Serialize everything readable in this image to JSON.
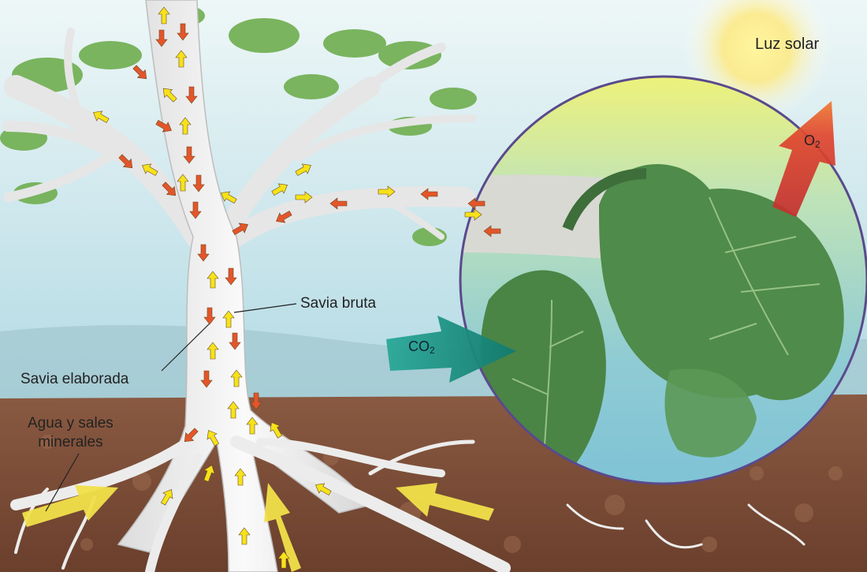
{
  "labels": {
    "sunlight": "Luz solar",
    "raw_sap": "Savia bruta",
    "elaborated_sap": "Savia elaborada",
    "water_line1": "Agua y sales",
    "water_line2": "minerales",
    "co2_main": "CO",
    "co2_sub": "2",
    "o2_main": "O",
    "o2_sub": "2"
  },
  "colors": {
    "raw_sap_arrow": "#f6e21a",
    "elaborated_sap_arrow": "#e4552a",
    "co2_arrow": "#1f9c8a",
    "o2_arrow": "#d8372e",
    "soil": "#7b4a35",
    "sky": "#bfe0e8",
    "leaf": "#4f8b4a",
    "trunk": "#f2f2f2"
  }
}
